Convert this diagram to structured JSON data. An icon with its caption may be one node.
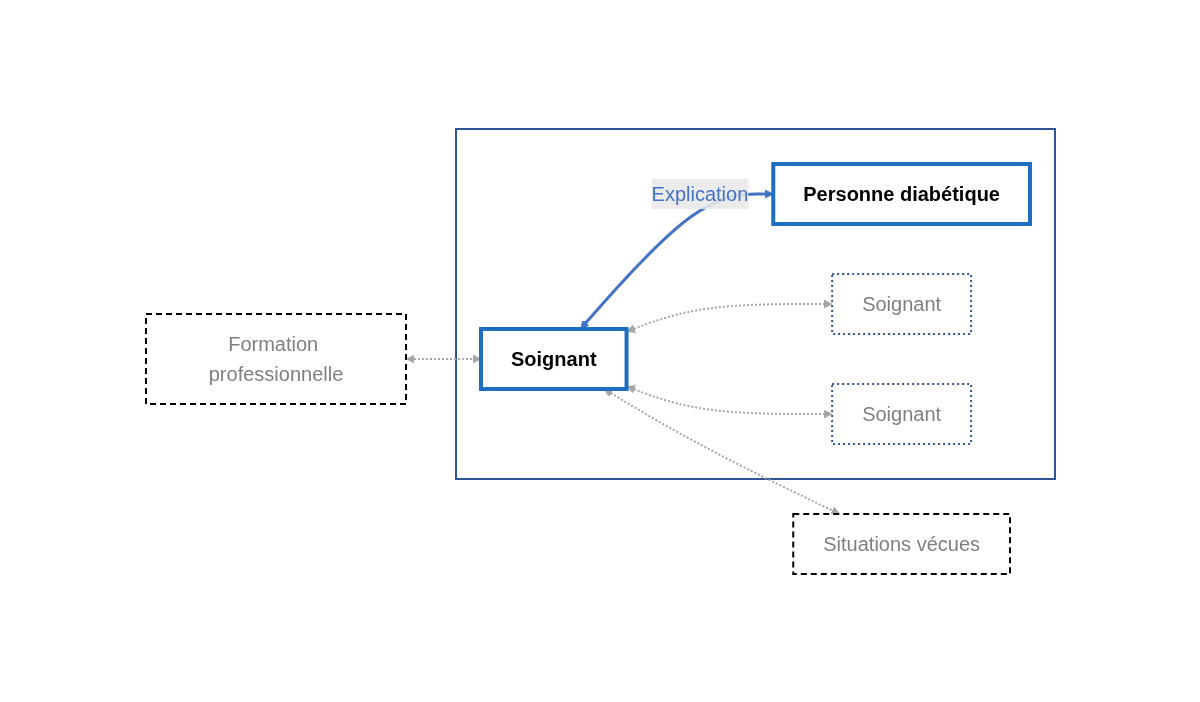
{
  "diagram": {
    "nodes": [
      {
        "text": [
          "Formation professionnelle"
        ]
      },
      {
        "text": [],
        "shape": "box"
      },
      {
        "text": [
          "Soignant"
        ],
        "in": 1
      },
      {
        "text": [
          "Personne diabétique"
        ],
        "in": 1
      },
      {
        "text": [
          "Soignant"
        ],
        "in": 1
      },
      {
        "text": [
          "Soignant"
        ],
        "in": 1
      },
      {
        "text": [
          "Situations vécues"
        ]
      }
    ],
    "edges": [
      {
        "from": 0,
        "to": 2,
        "arrow": "both",
        "style": "dashed"
      },
      {
        "from": 2,
        "to": 4,
        "arrow": "both",
        "style": "dashed"
      },
      {
        "from": 2,
        "to": 3,
        "arrow": "both",
        "label": "Explication",
        "color": "#4472c4"
      },
      {
        "from": 2,
        "to": 5,
        "arrow": "both",
        "style": "dashed"
      },
      {
        "from": 2,
        "to": 6,
        "arrow": "both",
        "style": "dashed"
      }
    ]
  }
}
